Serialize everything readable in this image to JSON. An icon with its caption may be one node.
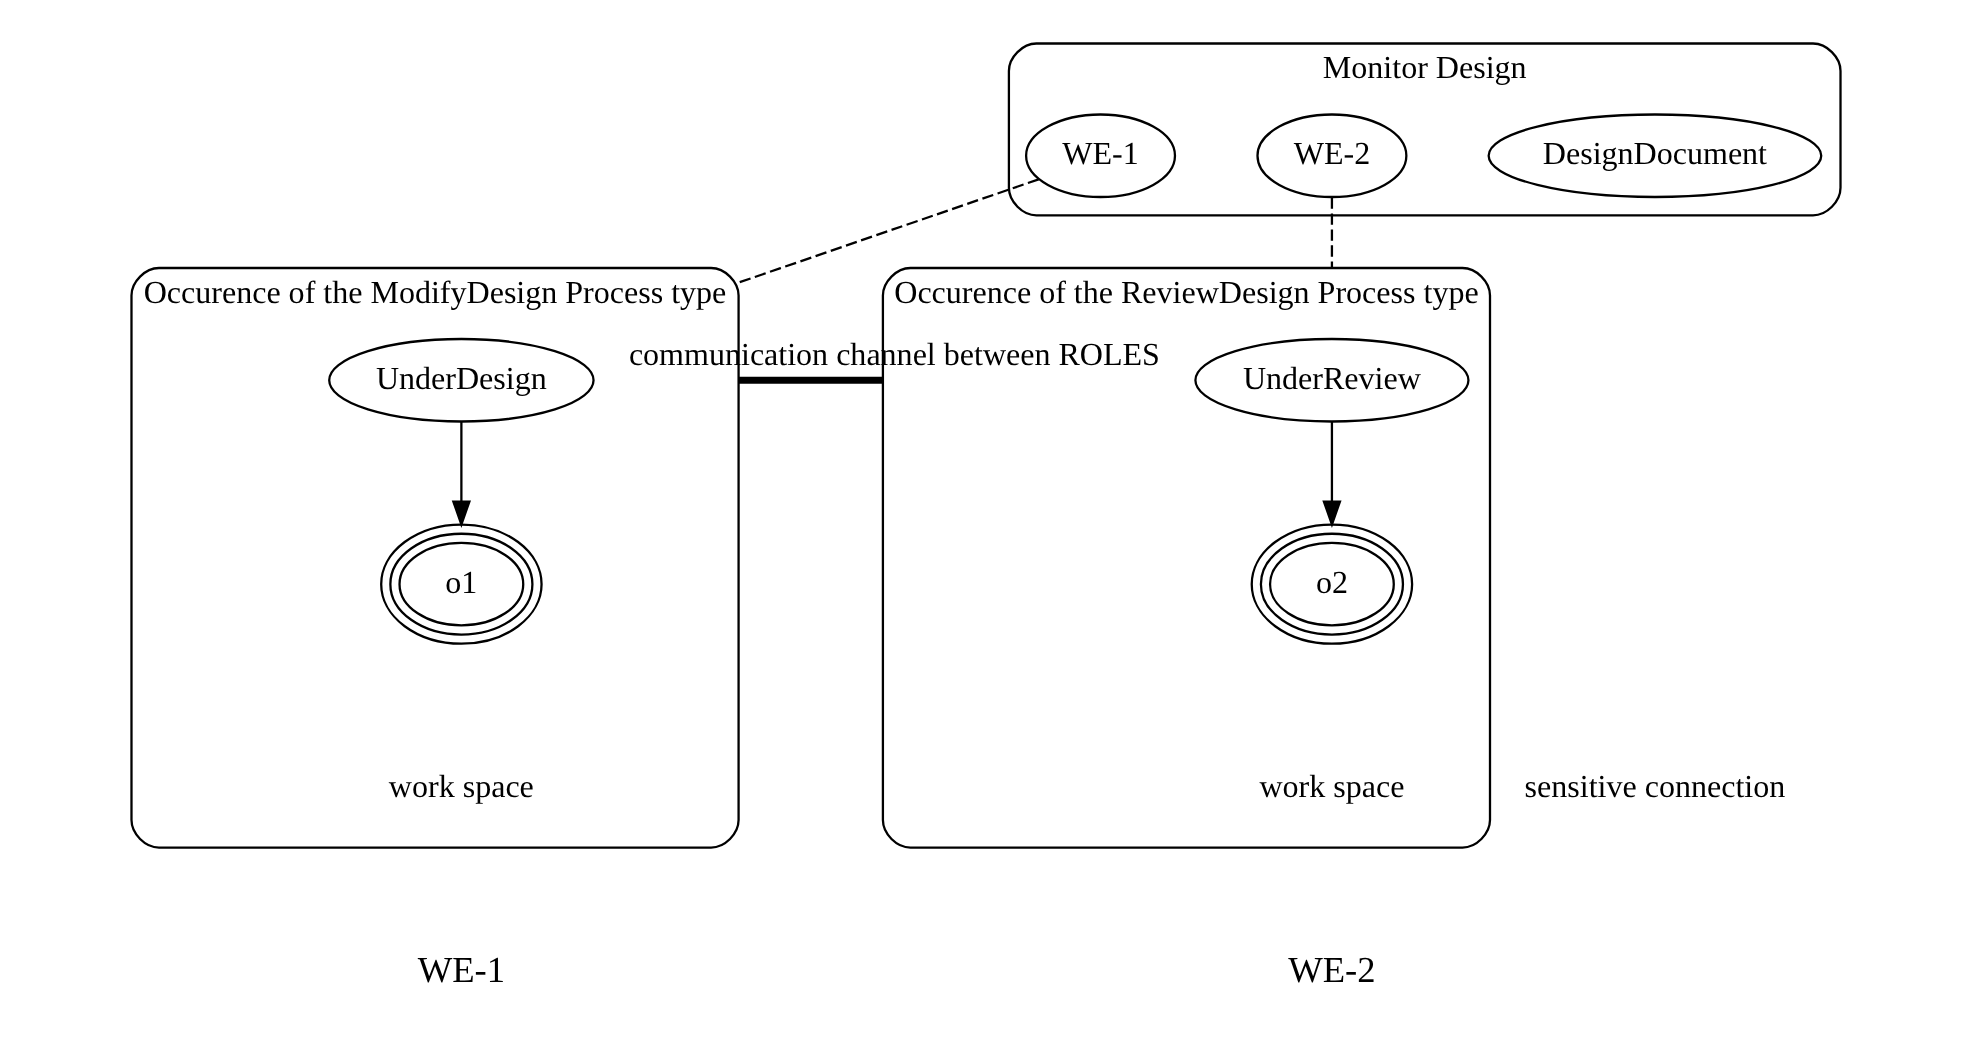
{
  "diagram": {
    "nodes": [
      {
        "text": [
          "Monitor Design"
        ]
      },
      {
        "text": [
          "WE-1"
        ],
        "in": 0
      },
      {
        "text": [
          "DesignDocument"
        ],
        "in": 0
      },
      {
        "text": [
          "WE-2"
        ],
        "in": 0
      },
      {
        "text": [
          "Occurence of the ModifyDesign Process type",
          "work space"
        ],
        "beside": [
          "WE-1"
        ]
      },
      {
        "text": [
          "UnderDesign"
        ],
        "in": 4
      },
      {
        "text": [
          "o1"
        ],
        "in": 4
      },
      {
        "text": [
          "Occurence of the ReviewDesign Process type",
          "work space"
        ],
        "beside": [
          "WE-2"
        ]
      },
      {
        "text": [
          "UnderReview"
        ],
        "in": 7
      },
      {
        "text": [
          "o2"
        ],
        "in": 7
      }
    ],
    "edges": [
      {
        "from": 1,
        "to": 4,
        "arrow": "none",
        "style": "dashed"
      },
      {
        "from": 3,
        "to": 7,
        "arrow": "none",
        "style": "dashed"
      },
      {
        "from": 5,
        "to": 6,
        "arrow": "to"
      },
      {
        "from": 8,
        "to": 9,
        "arrow": "to"
      },
      {
        "from": 4,
        "to": 7,
        "arrow": "none",
        "label": "communication channel between ROLES",
        "style": "thick"
      }
    ],
    "labels": [
      "sensitive connection"
    ]
  }
}
